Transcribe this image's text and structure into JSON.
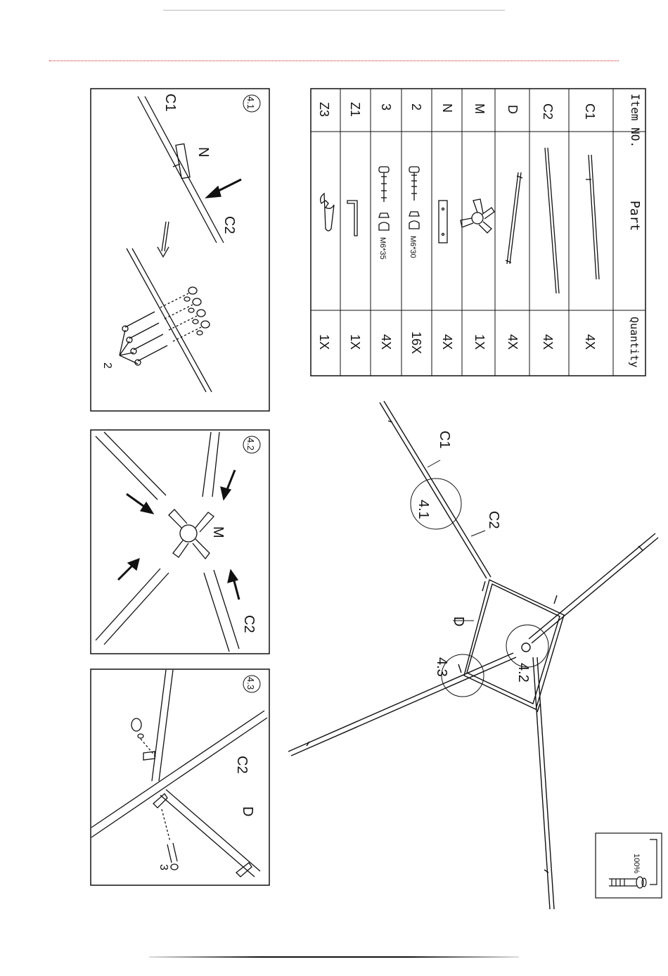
{
  "parts_table": {
    "headers": {
      "item": "Item NO.",
      "part": "Part",
      "quantity": "Quantity"
    },
    "rows": [
      {
        "item": "C1",
        "quantity": "4X"
      },
      {
        "item": "C2",
        "quantity": "4X"
      },
      {
        "item": "D",
        "quantity": "4X"
      },
      {
        "item": "M",
        "quantity": "1X"
      },
      {
        "item": "N",
        "quantity": "4X"
      },
      {
        "item": "2",
        "quantity": "16X",
        "bolt_label": "M6*30"
      },
      {
        "item": "3",
        "quantity": "4X",
        "bolt_label": "M6*35"
      },
      {
        "item": "Z1",
        "quantity": "1X"
      },
      {
        "item": "Z3",
        "quantity": "1X"
      }
    ]
  },
  "panels": {
    "p41": {
      "badge": "4.1",
      "label_c1": "C1",
      "label_c2": "C2",
      "label_n": "N",
      "label_2": "2"
    },
    "p42": {
      "badge": "4.2",
      "label_m": "M",
      "label_c2": "C2"
    },
    "p43": {
      "badge": "4.3",
      "label_c2": "C2",
      "label_d": "D",
      "label_3": "3"
    }
  },
  "overview": {
    "label_c1": "C1",
    "label_c2": "C2",
    "label_d": "D",
    "callout_41": "4.1",
    "callout_42": "4.2",
    "callout_43": "4.3"
  },
  "scale_box": {
    "label": "100%"
  },
  "colors": {
    "header_rule": "#cc2222",
    "line": "#111111",
    "muted_rule": "#bbbbbb"
  }
}
